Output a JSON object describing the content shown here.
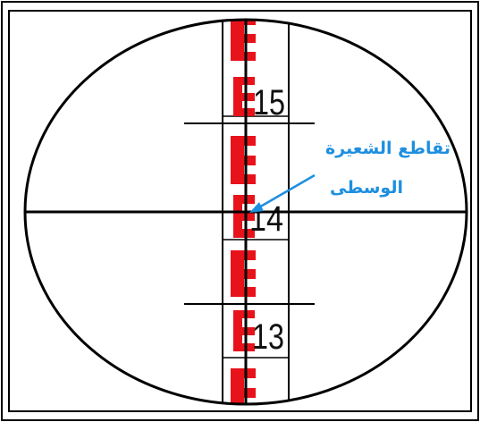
{
  "staff": {
    "labels": [
      "15",
      "14",
      "13"
    ],
    "mark_color": "#e8121b",
    "line_color": "#111111"
  },
  "annotation": {
    "line1": "تقاطع الشعيرة",
    "line2": "الوسطى",
    "color": "#1e8fe0"
  },
  "frame_color": "#000000",
  "background_color": "#ffffff"
}
